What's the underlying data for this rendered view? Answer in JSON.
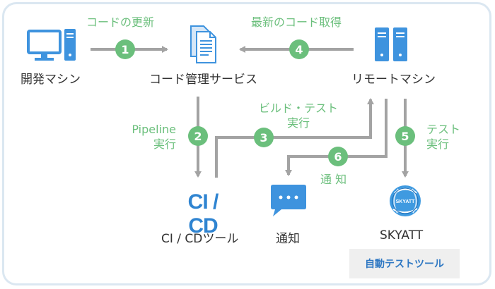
{
  "colors": {
    "arrow": "#a3a3a3",
    "step_circle": "#6bbf7c",
    "icon_blue": "#3e93de",
    "badge_text": "#2f78c3",
    "frame_border": "#dbe7f1"
  },
  "nodes": {
    "dev_pc": {
      "label": "開発マシン",
      "icon": "desktop-computer-icon"
    },
    "code_service": {
      "label": "コード管理サービス",
      "icon": "documents-icon"
    },
    "remote": {
      "label": "リモートマシン",
      "icon": "servers-icon"
    },
    "cicd": {
      "label": "CI / CDツール",
      "logo": "CI / CD"
    },
    "notify": {
      "label": "通知",
      "icon": "chat-bubble-icon"
    },
    "skyatt": {
      "label": "SKYATT",
      "logo": "SKYATT"
    }
  },
  "steps": [
    {
      "number": "1",
      "text": "コードの更新"
    },
    {
      "number": "2",
      "line1": "Pipeline",
      "line2": "実行"
    },
    {
      "number": "3",
      "line1": "ビルド・テスト",
      "line2": "実行"
    },
    {
      "number": "4",
      "text": "最新のコード取得"
    },
    {
      "number": "5",
      "line1": "テスト",
      "line2": "実行"
    },
    {
      "number": "6",
      "text": "通 知"
    }
  ],
  "badge": {
    "label": "自動テストツール"
  }
}
